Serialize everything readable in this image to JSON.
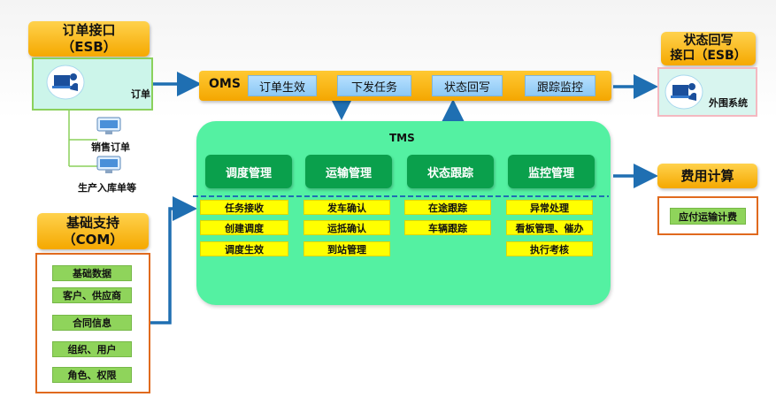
{
  "order_interface": {
    "line1": "订单接口",
    "line2": "（ESB）"
  },
  "order_panel": {
    "label": "订单"
  },
  "order_sources": [
    "销售订单",
    "生产入库单等"
  ],
  "base_support": {
    "line1": "基础支持",
    "line2": "（COM）"
  },
  "base_items": [
    "基础数据",
    "客户、供应商",
    "合同信息",
    "组织、用户",
    "角色、权限"
  ],
  "oms": {
    "label": "OMS",
    "steps": [
      "订单生效",
      "下发任务",
      "状态回写",
      "跟踪监控"
    ]
  },
  "tms": {
    "label": "TMS",
    "managers": [
      "调度管理",
      "运输管理",
      "状态跟踪",
      "监控管理"
    ],
    "functions": [
      [
        "任务接收",
        "创建调度",
        "调度生效"
      ],
      [
        "发车确认",
        "运抵确认",
        "到站管理"
      ],
      [
        "在途跟踪",
        "车辆跟踪"
      ],
      [
        "异常处理",
        "看板管理、催办",
        "执行考核"
      ]
    ]
  },
  "status_writeback": {
    "line1": "状态回写",
    "line2": "接口（ESB）"
  },
  "external_panel": {
    "label": "外围系统"
  },
  "cost": {
    "title": "费用计算",
    "item": "应付运输计费"
  },
  "colors": {
    "arrow": "#1f6fb2",
    "orange": "#f5a800",
    "tms_green": "#54f1a2",
    "manager_green": "#0aa04c",
    "function_yellow": "#ffff00",
    "panel_border_orange": "#e06a1e"
  }
}
